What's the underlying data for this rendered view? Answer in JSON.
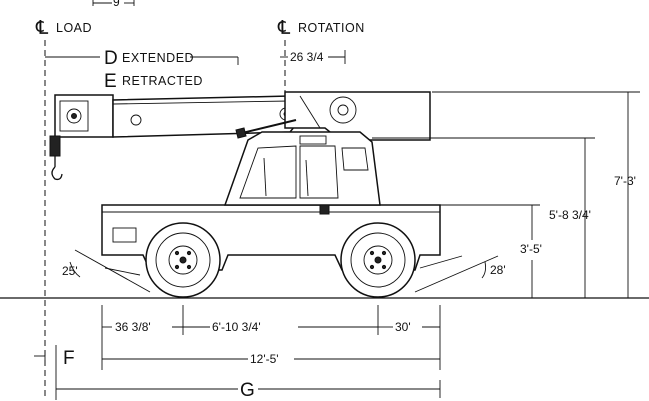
{
  "labels": {
    "top_cut_dim": "9",
    "cl_symbol": "℄",
    "load": "LOAD",
    "rotation": "ROTATION",
    "d_letter": "D",
    "d_text": "EXTENDED",
    "e_letter": "E",
    "e_text": "RETRACTED",
    "rotation_offset": "26 3/4",
    "height_boom": "7'-3'",
    "height_cab": "5'-8 3/4'",
    "height_deck": "3'-5'",
    "angle_front": "25'",
    "angle_rear": "28'",
    "front_overhang": "36 3/8'",
    "wheelbase": "6'-10 3/4'",
    "rear_overhang": "30'",
    "f_letter": "F",
    "overall_length": "12'-5'",
    "g_letter": "G"
  },
  "colors": {
    "ink": "#111111",
    "paper": "#ffffff"
  }
}
